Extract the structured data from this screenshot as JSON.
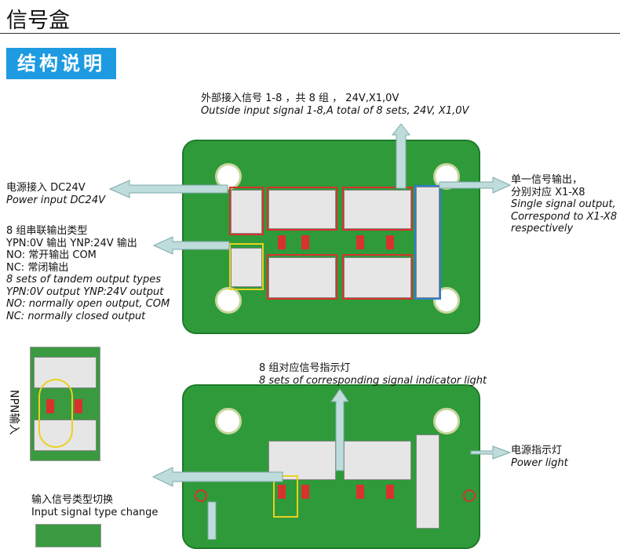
{
  "header": {
    "title": "信号盒",
    "section_badge": "结构说明"
  },
  "labels": {
    "top_input": {
      "cn": "外部接入信号 1-8 ，共 8 组 ， 24V,X1,0V",
      "en": "Outside  input signal 1-8,A total of 8 sets, 24V, X1,0V"
    },
    "power": {
      "cn": "电源接入 DC24V",
      "en": "Power input DC24V"
    },
    "output_types": {
      "cn": [
        "8 组串联输出类型",
        "YPN:0V 输出  YNP:24V 输出",
        "NO: 常开输出 COM",
        "NC: 常闭输出"
      ],
      "en": [
        "8 sets of tandem output types",
        "YPN:0V output  YNP:24V output",
        "NO: normally open output, COM",
        "NC: normally closed output"
      ]
    },
    "single_output": {
      "cn": [
        "单一信号输出，",
        "分别对应 X1-X8"
      ],
      "en": [
        "Single signal output,",
        "Correspond to X1-X8",
        "respectively"
      ]
    },
    "indicator": {
      "cn": "8 组对应信号指示灯",
      "en": "8 sets of corresponding signal indicator light"
    },
    "power_light": {
      "cn": "电源指示灯",
      "en": "Power light"
    },
    "npn": "NPN输入",
    "input_switch": {
      "cn": "输入信号类型切换",
      "en": "Input signal type change"
    }
  },
  "colors": {
    "accent": "#1e9be0",
    "board": "#2f9a3a",
    "arrow": "#bfdcdc",
    "red_box": "#d8322c",
    "yellow_box": "#e8d21e",
    "blue_box": "#2a7fd0"
  }
}
